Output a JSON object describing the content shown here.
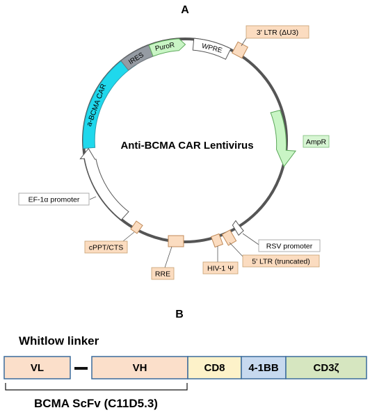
{
  "panel_a": {
    "label": "A",
    "plasmid_name": "Anti-BCMA CAR Lentivirus",
    "arrow_features": [
      {
        "name": "a-BCMA CAR",
        "color": "#1fd8ec"
      },
      {
        "name": "IRES",
        "color": "#959ba3"
      },
      {
        "name": "PuroR",
        "color": "#c9f5c5"
      },
      {
        "name": "WPRE",
        "color": "#ffffff"
      },
      {
        "name": "AmpR",
        "color": "#c9f5c5"
      },
      {
        "name": "EF-1α promoter",
        "color": "#ffffff"
      },
      {
        "name": "RSV promoter",
        "color": "#ffffff"
      }
    ],
    "box_features": [
      {
        "name": "3' LTR (ΔU3)",
        "color": "#fbdcc0"
      },
      {
        "name": "cPPT/CTS",
        "color": "#fbdcc0"
      },
      {
        "name": "RRE",
        "color": "#fbdcc0"
      },
      {
        "name": "HIV-1 Ψ",
        "color": "#fbdcc0"
      },
      {
        "name": "5' LTR (truncated)",
        "color": "#fbdcc0"
      }
    ],
    "backbone_color": "#555555"
  },
  "panel_b": {
    "label": "B",
    "linker_label": "Whitlow linker",
    "scfv_label": "BCMA ScFv (C11D5.3)",
    "domains": [
      {
        "name": "VL",
        "color": "#fbdfca"
      },
      {
        "name": "VH",
        "color": "#fbdfca"
      },
      {
        "name": "CD8",
        "color": "#fdf2c9"
      },
      {
        "name": "4-1BB",
        "color": "#c7d9ef"
      },
      {
        "name": "CD3ζ",
        "color": "#d6e6c0"
      }
    ],
    "border_color": "#3a6b9c"
  }
}
